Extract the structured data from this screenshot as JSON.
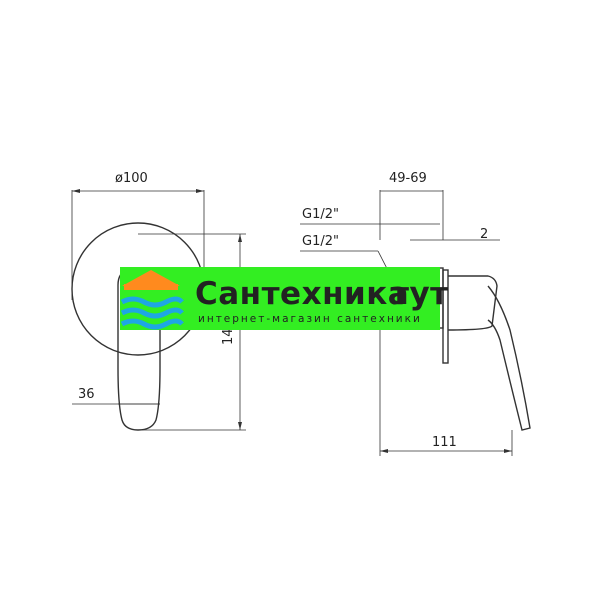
{
  "drawing": {
    "dimensions": {
      "plate_diameter": "ø100",
      "overall_height": "145",
      "handle_offset": "36",
      "depth_range": "49-69",
      "inlet_upper": "G1/2\"",
      "inlet_lower": "G1/2\"",
      "plate_thickness": "2",
      "total_depth": "111"
    }
  },
  "watermark": {
    "brand_prefix": "Сантехника",
    "brand_suffix": "тут",
    "tagline": "интернет-магазин сантехники",
    "colors": {
      "background": "#33ee22",
      "brand": "#1ea7e4",
      "suffix": "#ff8a1e",
      "tagline": "#555555"
    }
  }
}
